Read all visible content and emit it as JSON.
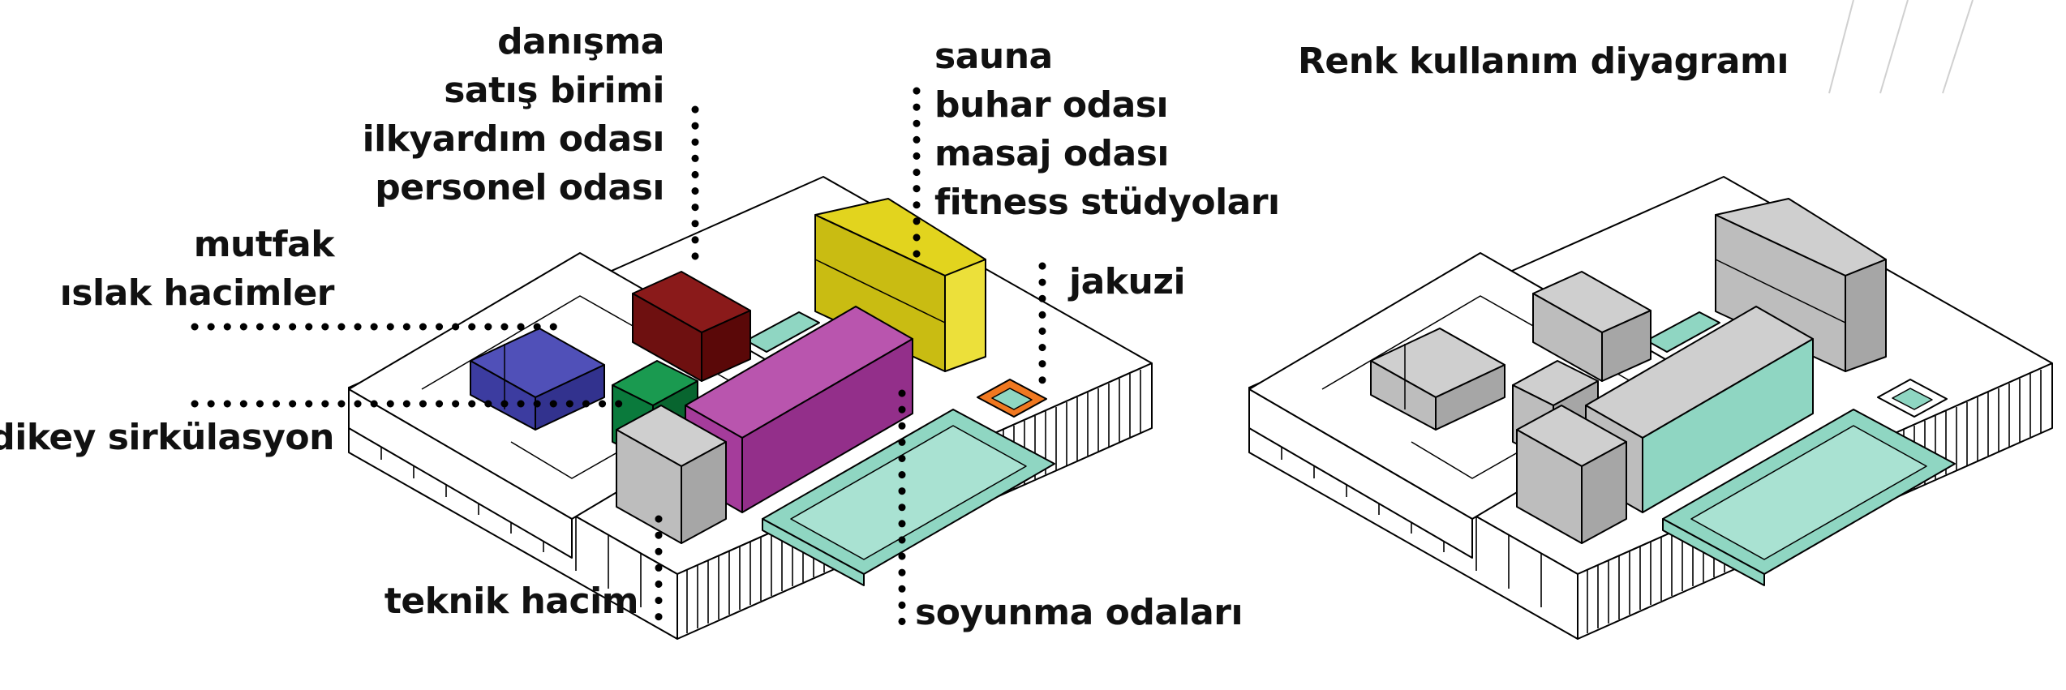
{
  "title": "Renk kullanım diyagramı",
  "labels": {
    "danisma": "danışma",
    "satis_birimi": "satış birimi",
    "ilkyardim": "ilkyardım odası",
    "personel": "personel odası",
    "mutfak": "mutfak",
    "islak": "ıslak hacimler",
    "dikey": "dikey sirkülasyon",
    "teknik": "teknik hacim",
    "sauna": "sauna",
    "buhar": "buhar odası",
    "masaj": "masaj odası",
    "fitness": "fitness stüdyoları",
    "jakuzi": "jakuzi",
    "soyunma": "soyunma odaları"
  },
  "colors": {
    "admin": "#6e1010",
    "kitchen": "#3c3ca0",
    "circulation": "#0a7a3c",
    "technical": "#bdbdbd",
    "spa": "#e2d41e",
    "fitness": "#a53c9b",
    "pool": "#8fd6c2",
    "jacuzzi": "#f07820",
    "neutral": "#bdbdbd"
  }
}
